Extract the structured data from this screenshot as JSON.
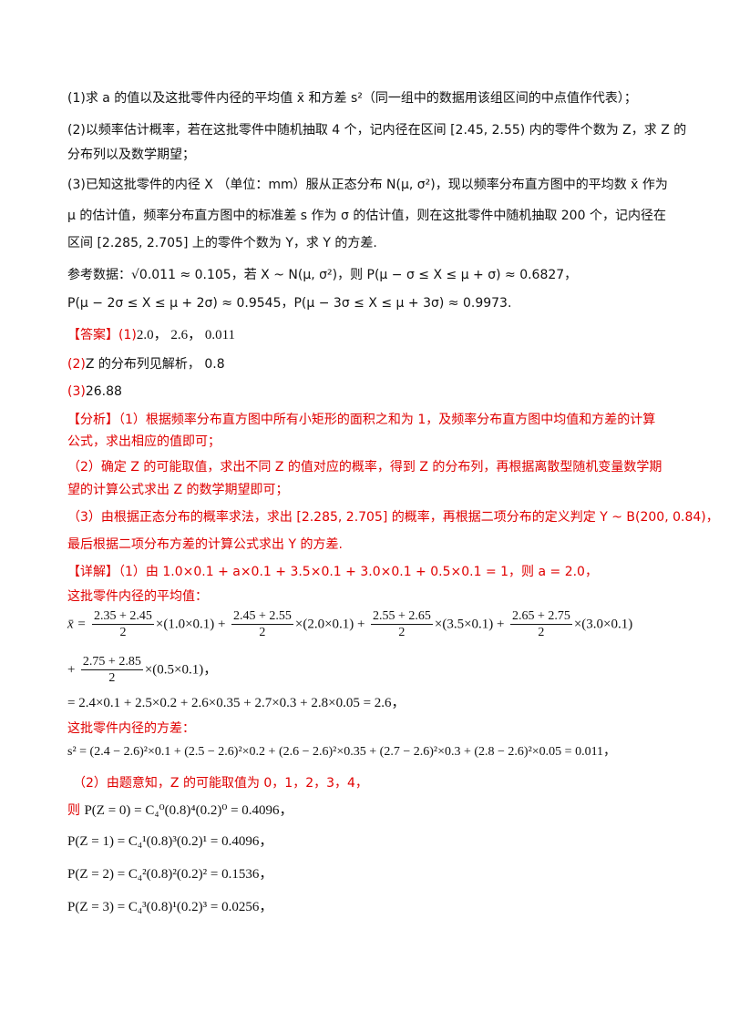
{
  "q1": "(1)求 a 的值以及这批零件内径的平均值 x̄ 和方差 s²（同一组中的数据用该组区间的中点值作代表）；",
  "q2a": "(2)以频率估计概率，若在这批零件中随机抽取 4 个，记内径在区间 [2.45, 2.55) 内的零件个数为 Z，求 Z 的",
  "q2b": "分布列以及数学期望；",
  "q3a": "(3)已知这批零件的内径 X （单位：mm）服从正态分布 N(μ, σ²)，现以频率分布直方图中的平均数 x̄ 作为",
  "q3b": "μ 的估计值，频率分布直方图中的标准差 s 作为 σ 的估计值，则在这批零件中随机抽取 200 个，记内径在",
  "q3c": "区间 [2.285, 2.705] 上的零件个数为 Y，求 Y 的方差.",
  "ref1": "参考数据：√0.011 ≈ 0.105，若 X ~ N(μ, σ²)，则 P(μ − σ ≤ X ≤ μ + σ) ≈ 0.6827，",
  "ref2": "P(μ − 2σ ≤ X ≤ μ + 2σ) ≈ 0.9545，P(μ − 3σ ≤ X ≤ μ + 3σ) ≈ 0.9973.",
  "ans_tag": "【答案】",
  "ans1_num": "(1)",
  "ans1": "2.0， 2.6， 0.011",
  "ans2_num": "(2)",
  "ans2": "Z 的分布列见解析， 0.8",
  "ans3_num": "(3)",
  "ans3": "26.88",
  "ana_tag": "【分析】",
  "ana1a": "（1）根据频率分布直方图中所有小矩形的面积之和为 1，及频率分布直方图中均值和方差的计算",
  "ana1b": "公式，求出相应的值即可；",
  "ana2a": "（2）确定 Z 的可能取值，求出不同 Z 的值对应的概率，得到 Z 的分布列，再根据离散型随机变量数学期",
  "ana2b": "望的计算公式求出 Z 的数学期望即可；",
  "ana3a": "（3）由根据正态分布的概率求法，求出 [2.285, 2.705] 的概率，再根据二项分布的定义判定 Y ~ B(200, 0.84)，",
  "ana3b": "最后根据二项分布方差的计算公式求出 Y 的方差.",
  "det_tag": "【详解】",
  "det1": "（1）由 1.0×0.1 + a×0.1 + 3.5×0.1 + 3.0×0.1 + 0.5×0.1 = 1，则 a = 2.0，",
  "mean_title": "这批零件内径的平均值：",
  "mean_lhs": "x̄ =",
  "mean_t1_n": "2.35 + 2.45",
  "mean_t1_d": "2",
  "mean_t1_r": "×(1.0×0.1) +",
  "mean_t2_n": "2.45 + 2.55",
  "mean_t2_d": "2",
  "mean_t2_r": "×(2.0×0.1) +",
  "mean_t3_n": "2.55 + 2.65",
  "mean_t3_d": "2",
  "mean_t3_r": "×(3.5×0.1) +",
  "mean_t4_n": "2.65 + 2.75",
  "mean_t4_d": "2",
  "mean_t4_r": "×(3.0×0.1)",
  "mean_t5_l": "+",
  "mean_t5_n": "2.75 + 2.85",
  "mean_t5_d": "2",
  "mean_t5_r": "×(0.5×0.1)，",
  "mean_res": "= 2.4×0.1 + 2.5×0.2 + 2.6×0.35 + 2.7×0.3 + 2.8×0.05 = 2.6，",
  "var_title": "这批零件内径的方差：",
  "var_eq": "s² = (2.4 − 2.6)²×0.1 + (2.5 − 2.6)²×0.2 + (2.6 − 2.6)²×0.35 + (2.7 − 2.6)²×0.3 + (2.8 − 2.6)²×0.05 = 0.011，",
  "det2": "（2）由题意知，Z 的可能取值为 0，1，2，3，4，",
  "p0_l": "则 ",
  "p0": "P(Z = 0) = C₄⁰(0.8)⁴(0.2)⁰ = 0.4096，",
  "p1": "P(Z = 1) = C₄¹(0.8)³(0.2)¹ = 0.4096，",
  "p2": "P(Z = 2) = C₄²(0.8)²(0.2)² = 0.1536，",
  "p3": "P(Z = 3) = C₄³(0.8)¹(0.2)³ = 0.0256，"
}
